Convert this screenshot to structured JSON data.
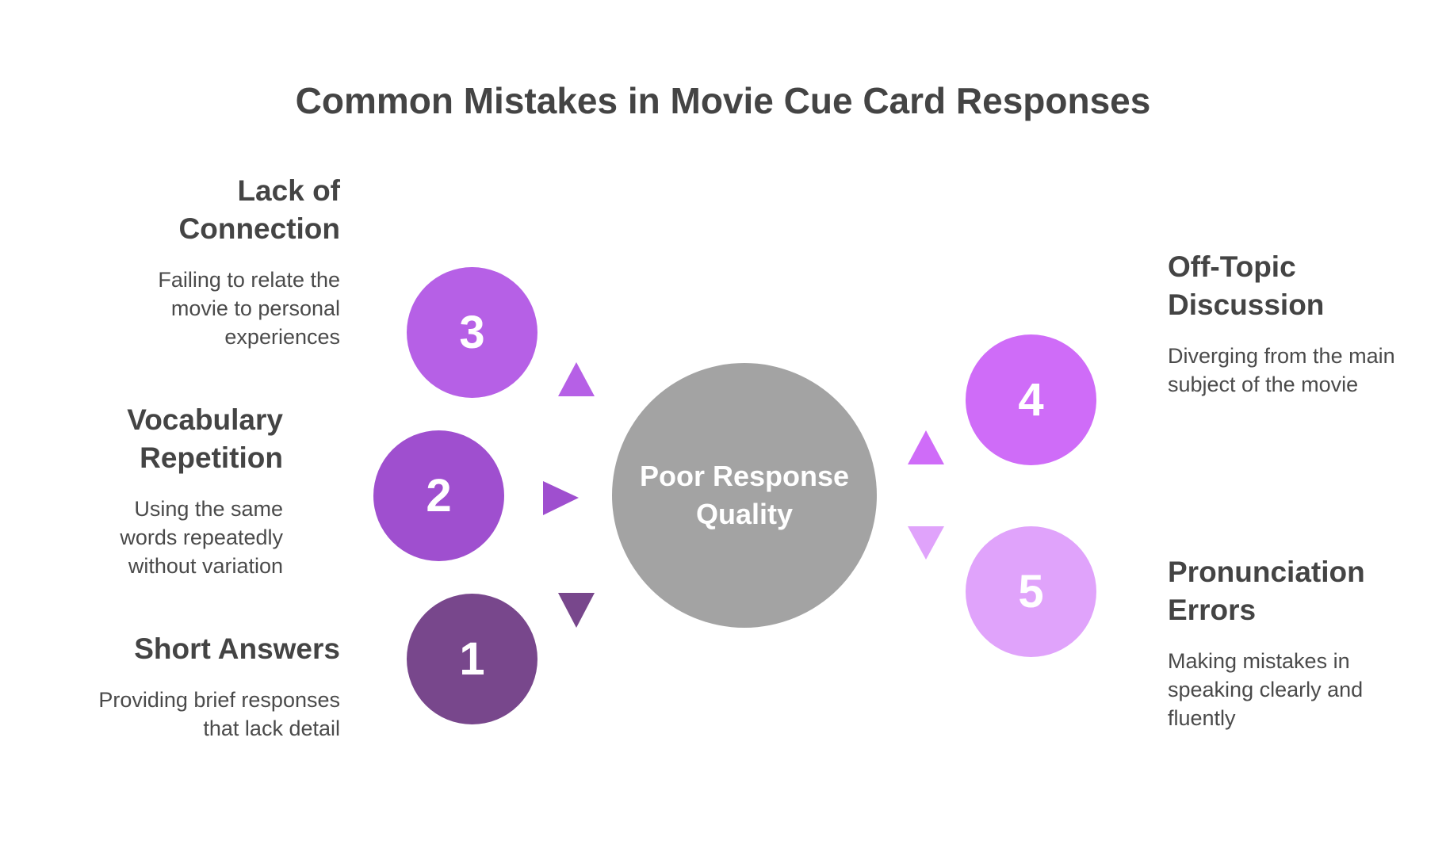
{
  "title": "Common Mistakes in Movie Cue Card Responses",
  "center": {
    "label": "Poor Response Quality",
    "color": "#a3a3a3"
  },
  "items": [
    {
      "number": "1",
      "heading": "Short Answers",
      "description": "Providing brief responses that lack detail",
      "color": "#78478c"
    },
    {
      "number": "2",
      "heading": "Vocabulary Repetition",
      "description": "Using the same words repeatedly without variation",
      "color": "#9f4fcf"
    },
    {
      "number": "3",
      "heading": "Lack of Connection",
      "description": "Failing to relate the movie to personal experiences",
      "color": "#b660e6"
    },
    {
      "number": "4",
      "heading": "Off-Topic Discussion",
      "description": "Diverging from the main subject of the movie",
      "color": "#cf6cf8"
    },
    {
      "number": "5",
      "heading": "Pronunciation Errors",
      "description": "Making mistakes in speaking clearly and fluently",
      "color": "#e0a3fb"
    }
  ]
}
